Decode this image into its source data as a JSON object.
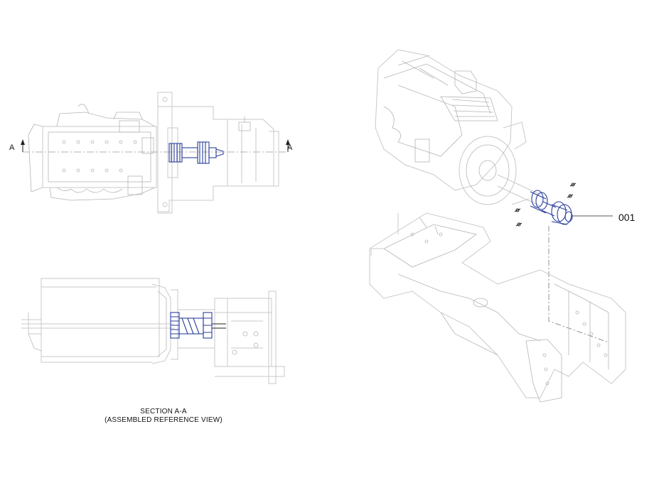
{
  "labels": {
    "section_marker_left": "A",
    "section_marker_right": "A",
    "section_title": "SECTION  A-A",
    "section_subtitle": "(ASSEMBLED REFERENCE VIEW)",
    "part_callout": "001"
  },
  "colors": {
    "background": "#ffffff",
    "line_art": "#c9c9c9",
    "highlight_part": "#2a3f9a",
    "text": "#111111"
  }
}
